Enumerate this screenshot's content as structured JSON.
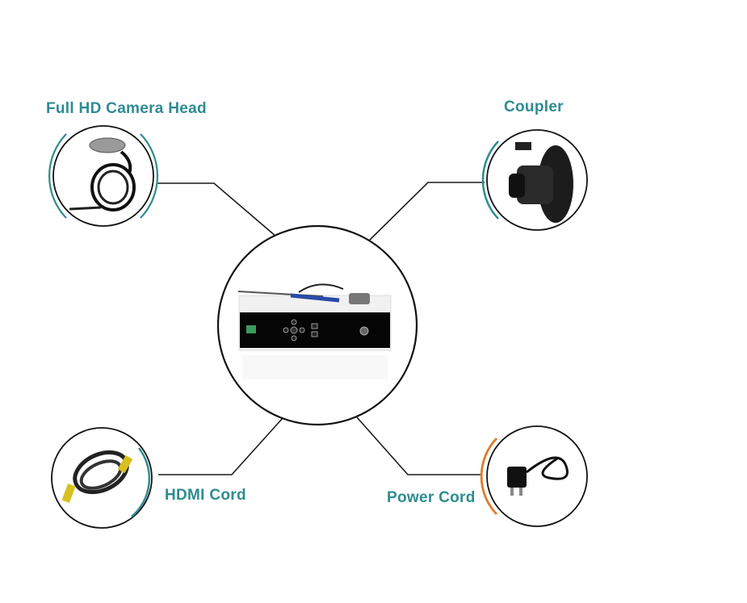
{
  "labels": {
    "camera_head": "Full HD Camera Head",
    "coupler": "Coupler",
    "hdmi": "HDMI Cord",
    "power": "Power Cord"
  },
  "colors": {
    "accent_teal": "#2e8c91",
    "accent_orange": "#e07b2a",
    "line": "#1a1a1a"
  },
  "icons": [
    "camera-head-photo",
    "coupler-photo",
    "camera-system-photo",
    "hdmi-cord-photo",
    "power-cord-photo"
  ]
}
